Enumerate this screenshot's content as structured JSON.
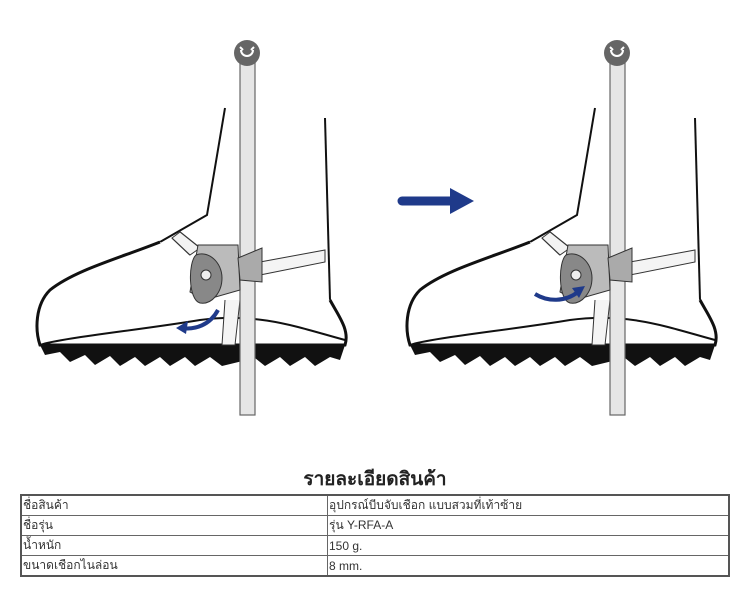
{
  "section_title": "รายละเอียดสินค้า",
  "specs": [
    {
      "label": "ชื่อสินค้า",
      "value": "อุปกรณ์บีบจับเชือก แบบสวมที่เท้าซ้าย"
    },
    {
      "label": "ชื่อรุ่น",
      "value": "รุ่น Y-RFA-A"
    },
    {
      "label": "น้ำหนัก",
      "value": "150 g."
    },
    {
      "label": "ขนาดเชือกไนล่อน",
      "value": "8 mm."
    }
  ],
  "colors": {
    "arrow": "#1f3a8a",
    "rope": "#e6e6e6",
    "device": "#8a8a8a"
  }
}
